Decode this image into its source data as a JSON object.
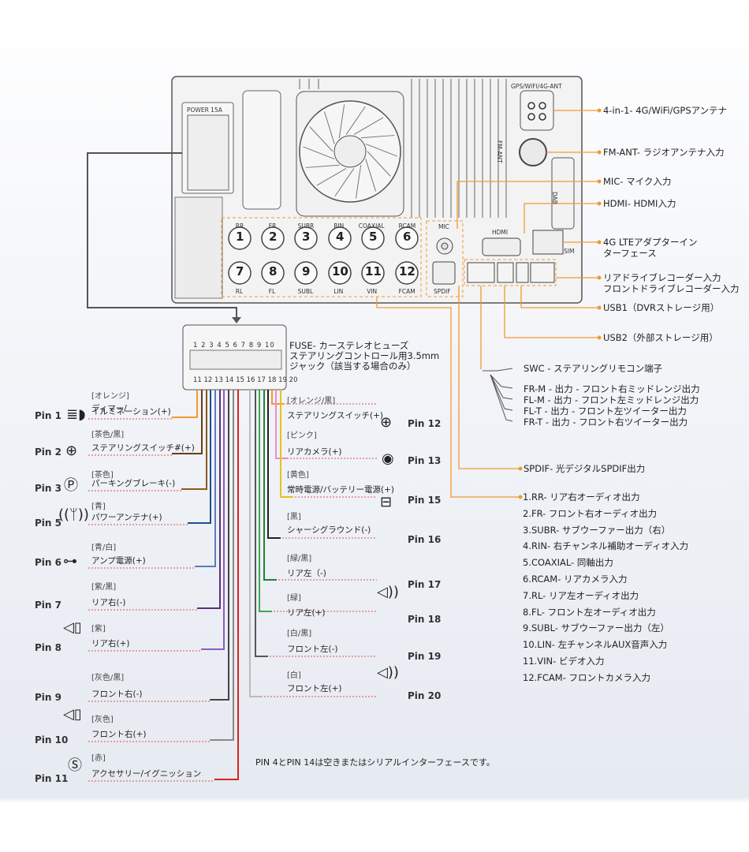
{
  "unit": {
    "power_label": "POWER 15A",
    "gps_label": "GPS/WIFI/4G-ANT",
    "fm_label": "FM-ANT",
    "dab_label": "DAB",
    "mic_label": "MIC",
    "hdmi_label": "HDMI",
    "sim_label": "SIM",
    "spdif_label": "SPDIF",
    "rca_top": [
      {
        "name": "RR",
        "num": "1"
      },
      {
        "name": "FR",
        "num": "2"
      },
      {
        "name": "SUBR",
        "num": "3"
      },
      {
        "name": "RIN",
        "num": "4"
      },
      {
        "name": "COAXIAL",
        "num": "5"
      },
      {
        "name": "RCAM",
        "num": "6"
      }
    ],
    "rca_bottom": [
      {
        "name": "RL",
        "num": "7"
      },
      {
        "name": "FL",
        "num": "8"
      },
      {
        "name": "SUBL",
        "num": "9"
      },
      {
        "name": "LIN",
        "num": "10"
      },
      {
        "name": "VIN",
        "num": "11"
      },
      {
        "name": "FCAM",
        "num": "12"
      }
    ]
  },
  "connector": {
    "top_pins": "1 2 3 4 5   6 7 8 9 10",
    "bottom_pins": "11 12 13 14 15   16 17 18 19 20"
  },
  "right_labels": {
    "ant4g": "4-in-1- 4G/WiFi/GPSアンテナ",
    "fm": "FM-ANT- ラジオアンテナ入力",
    "mic": "MIC- マイク入力",
    "hdmi": "HDMI- HDMI入力",
    "lte1": "4G LTEアダプターイン",
    "lte2": "ターフェース",
    "dvr1": "リアドライブレコーダー入力",
    "dvr2": "フロントドライブレコーダー入力",
    "usb1": "USB1（DVRストレージ用）",
    "usb2": "USB2（外部ストレージ用）",
    "swc": "SWC - ステアリングリモコン端子",
    "frm": "FR-M - 出力 - フロント右ミッドレンジ出力",
    "flm": "FL-M - 出力 - フロント左ミッドレンジ出力",
    "flt": "FL-T - 出力 - フロント左ツイーター出力",
    "frt": "FR-T - 出力 - フロント右ツイーター出力",
    "spdif": "SPDIF- 光デジタルSPDIF出力"
  },
  "fuse": {
    "line1": "FUSE- カーステレオヒューズ",
    "line2": "ステアリングコントロール用3.5mm",
    "line3": "ジャック（該当する場合のみ）"
  },
  "rca_list": [
    "1.RR- リア右オーディオ出力",
    "2.FR- フロント右オーディオ出力",
    "3.SUBR- サブウーファー出力（右）",
    "4.RIN- 右チャンネル補助オーディオ入力",
    "5.COAXIAL- 同軸出力",
    "6.RCAM- リアカメラ入力",
    "7.RL- リア左オーディオ出力",
    "8.FL- フロント左オーディオ出力",
    "9.SUBL- サブウーファー出力（左）",
    "10.LIN- 左チャンネルAUX音声入力",
    "11.VIN- ビデオ入力",
    "12.FCAM- フロントカメラ入力"
  ],
  "left_pins": [
    {
      "pin": "Pin 1",
      "color": "[オレンジ]",
      "func_a": "ディマー/",
      "func": "イルミネーション(+)",
      "icon": "illumination-icon"
    },
    {
      "pin": "Pin 2",
      "color": "[茶色/黒]",
      "func": "ステアリングスイッチ#(+)",
      "icon": "steering-wheel-icon"
    },
    {
      "pin": "Pin 3",
      "color": "[茶色]",
      "func": "パーキングブレーキ(-)",
      "icon": "parking-icon"
    },
    {
      "pin": "Pin 5",
      "color": "[青]",
      "func": "パワーアンテナ(+)",
      "icon": "antenna-icon"
    },
    {
      "pin": "Pin 6",
      "color": "[青/白]",
      "func": "アンプ電源(+)",
      "icon": "amplifier-icon"
    },
    {
      "pin": "Pin 7",
      "color": "[紫/黒]",
      "func": "リア右(-)",
      "icon": ""
    },
    {
      "pin": "Pin 8",
      "color": "[紫]",
      "func": "リア右(+)",
      "icon": "speaker-icon"
    },
    {
      "pin": "Pin 9",
      "color": "[灰色/黒]",
      "func": "フロント右(-)",
      "icon": ""
    },
    {
      "pin": "Pin 10",
      "color": "[灰色]",
      "func": "フロント右(+)",
      "icon": "speaker-icon"
    },
    {
      "pin": "Pin 11",
      "color": "[赤]",
      "func": "アクセサリー/イグニッション",
      "icon": "ignition-icon"
    }
  ],
  "right_pins": [
    {
      "pin": "Pin 12",
      "color": "[オレンジ/黒]",
      "func": "ステアリングスイッチ(+)",
      "icon": "steering-wheel-icon"
    },
    {
      "pin": "Pin 13",
      "color": "[ピンク]",
      "func": "リアカメラ(+)",
      "icon": "camera-icon"
    },
    {
      "pin": "Pin 15",
      "color": "[黄色]",
      "func": "常時電源/バッテリー電源(+)",
      "icon": "battery-icon"
    },
    {
      "pin": "Pin 16",
      "color": "[黒]",
      "func": "シャーシグラウンド(-)",
      "icon": ""
    },
    {
      "pin": "Pin 17",
      "color": "[緑/黒]",
      "func": "リア左（-)",
      "icon": "speaker-icon"
    },
    {
      "pin": "Pin 18",
      "color": "[緑]",
      "func": "リア左(+)",
      "icon": ""
    },
    {
      "pin": "Pin 19",
      "color": "[白/黒]",
      "func": "フロント左(-)",
      "icon": "speaker-icon"
    },
    {
      "pin": "Pin 20",
      "color": "[白]",
      "func": "フロント左(+)",
      "icon": ""
    }
  ],
  "note": "PIN 4とPIN 14は空きまたはシリアルインターフェースです。",
  "colors": {
    "orange": "#f39a2e",
    "blue_callout": "#1f4f8b",
    "dotted": "#d9534f",
    "unit_body": "#f4f4f4"
  }
}
